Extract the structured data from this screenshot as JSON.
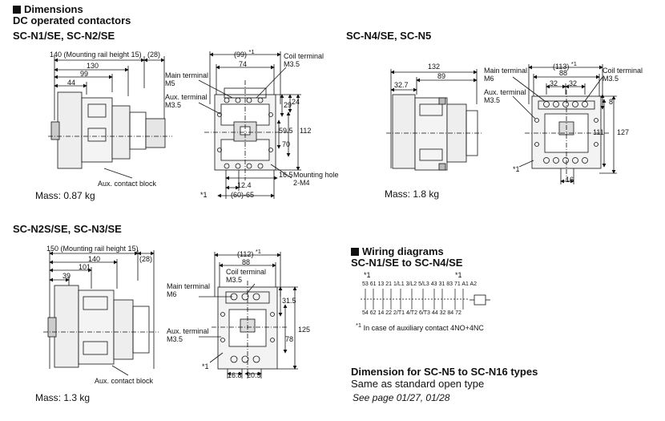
{
  "heading": {
    "title": "Dimensions",
    "subtitle": "DC operated contactors"
  },
  "panel_n1": {
    "title": "SC-N1/SE, SC-N2/SE",
    "dim_top": "140 (Mounting rail height 15)",
    "dim_28": "(28)",
    "dim_130": "130",
    "dim_99": "99",
    "dim_44": "44",
    "aux_block": "Aux. contact block",
    "mass": "Mass: 0.87 kg",
    "front_dim_99": "(99)",
    "front_star_top": "*1",
    "front_dim_74": "74",
    "coil_terminal": "Coil terminal",
    "coil_m": "M3.5",
    "main_terminal": "Main terminal",
    "main_m": "M5",
    "aux_terminal": "Aux. terminal",
    "aux_m": "M3.5",
    "dim_29": "29",
    "dim_24": "24",
    "dim_595": "59.5",
    "dim_70": "70",
    "dim_112": "112",
    "dim_165": "16.5",
    "mount_hole": "Mounting hole",
    "mount_hole_m": "2-M4",
    "dim_124": "12.4",
    "dim_6065": "(60)-65",
    "star": "*1"
  },
  "panel_n4": {
    "title": "SC-N4/SE, SC-N5",
    "dim_132": "132",
    "dim_89": "89",
    "dim_327": "32.7",
    "mass": "Mass: 1.8 kg",
    "main_terminal": "Main terminal",
    "main_m": "M6",
    "aux_terminal": "Aux. terminal",
    "aux_m": "M3.5",
    "dim_113": "(113)",
    "star_top": "*1",
    "dim_88": "88",
    "dim_32a": "32",
    "dim_32b": "32",
    "coil_terminal": "Coil terminal",
    "coil_m": "M3.5",
    "dim_8": "8",
    "dim_111": "111",
    "dim_127": "127",
    "dim_16": "16",
    "star": "*1"
  },
  "panel_n2s": {
    "title": "SC-N2S/SE, SC-N3/SE",
    "dim_top": "150 (Mounting rail height 15)",
    "dim_140": "140",
    "dim_28": "(28)",
    "dim_101": "101",
    "dim_39": "39",
    "aux_block": "Aux. contact block",
    "mass": "Mass: 1.3 kg",
    "dim_112": "(112)",
    "star_top": "*1",
    "dim_88": "88",
    "coil_terminal": "Coil terminal",
    "coil_m": "M3.5",
    "main_terminal": "Main terminal",
    "main_m": "M6",
    "aux_terminal": "Aux. terminal",
    "aux_m": "M3.5",
    "dim_315": "31.5",
    "dim_78": "78",
    "dim_125": "125",
    "dim_168": "16.8",
    "dim_205": "20.5",
    "star": "*1"
  },
  "wiring": {
    "title": "Wiring diagrams",
    "subtitle": "SC-N1/SE to SC-N4/SE",
    "star_left": "*1",
    "star_right": "*1",
    "top_labels": [
      "53",
      "61",
      "13",
      "21",
      "1/L1",
      "3/L2",
      "5/L3",
      "43",
      "31",
      "83",
      "71",
      "A1",
      "A2"
    ],
    "bottom_labels": [
      "54",
      "62",
      "14",
      "22",
      "2/T1",
      "4/T2",
      "6/T3",
      "44",
      "32",
      "84",
      "72"
    ],
    "note_star": "*1",
    "note": "In case of auxiliary contact 4NO+4NC"
  },
  "dimension_note": {
    "title": "Dimension for SC-N5 to SC-N16 types",
    "line": "Same as standard open type",
    "ref": "See page 01/27, 01/28"
  }
}
